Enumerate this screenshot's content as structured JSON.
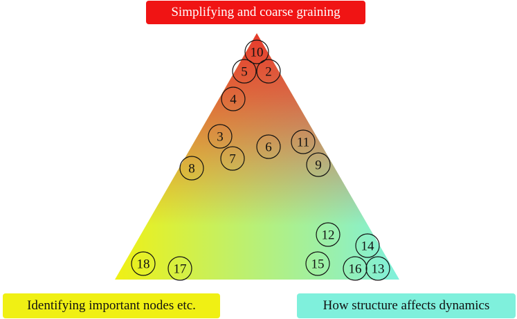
{
  "labels": {
    "top": {
      "text": "Simplifying and coarse graining",
      "color": "#f01414"
    },
    "left": {
      "text": "Identifying important nodes etc.",
      "color": "#f0f014"
    },
    "right": {
      "text": "How structure affects dynamics",
      "color": "#7ff0dc"
    }
  },
  "corner_colors": {
    "top": "#e83a2c",
    "left": "#f0f014",
    "right": "#7ff0dc"
  },
  "nodes": [
    {
      "id": "10",
      "label": "10"
    },
    {
      "id": "5",
      "label": "5"
    },
    {
      "id": "2",
      "label": "2"
    },
    {
      "id": "4",
      "label": "4"
    },
    {
      "id": "3",
      "label": "3"
    },
    {
      "id": "7",
      "label": "7"
    },
    {
      "id": "6",
      "label": "6"
    },
    {
      "id": "11",
      "label": "11"
    },
    {
      "id": "9",
      "label": "9"
    },
    {
      "id": "8",
      "label": "8"
    },
    {
      "id": "12",
      "label": "12"
    },
    {
      "id": "14",
      "label": "14"
    },
    {
      "id": "15",
      "label": "15"
    },
    {
      "id": "16",
      "label": "16"
    },
    {
      "id": "13",
      "label": "13"
    },
    {
      "id": "18",
      "label": "18"
    },
    {
      "id": "17",
      "label": "17"
    }
  ]
}
